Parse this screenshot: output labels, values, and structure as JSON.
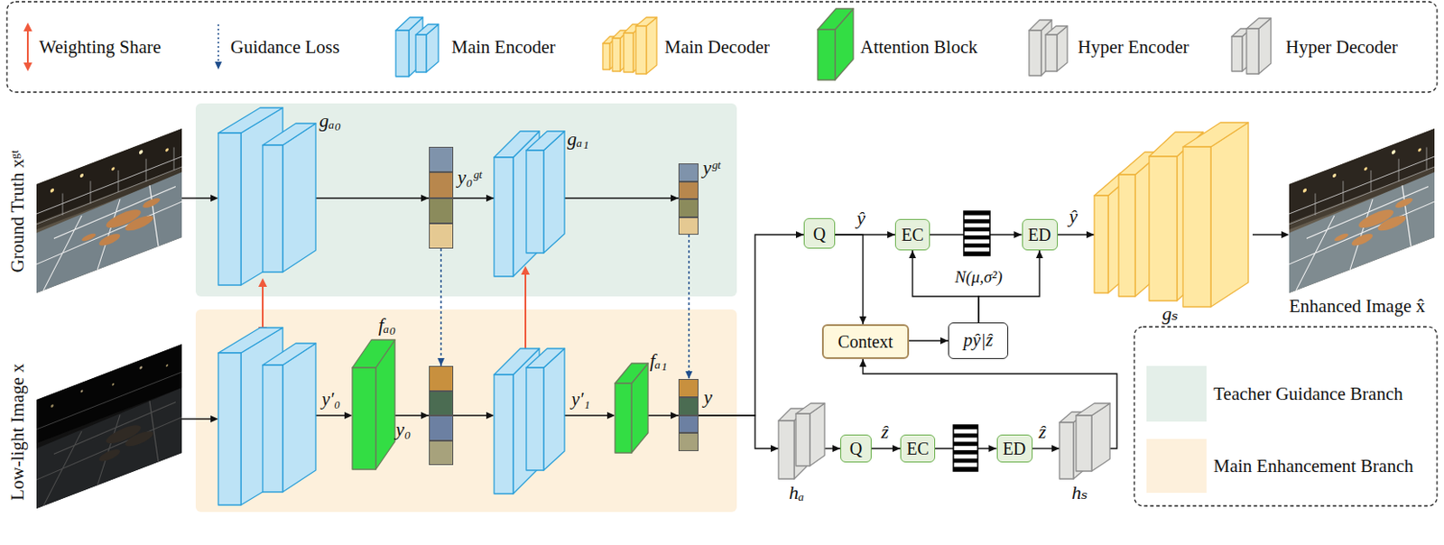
{
  "diagram": {
    "nodes": [
      {
        "text": [
          "gₐ₀"
        ]
      },
      {
        "text": [
          "y₀ᵍᵗ"
        ]
      },
      {
        "text": [
          "gₐ₁"
        ]
      },
      {
        "text": [
          "yᵍᵗ"
        ]
      },
      {
        "text": [
          "fₐ₀"
        ]
      },
      {
        "text": [
          "y₀"
        ]
      },
      {
        "text": [
          "fₐ₁"
        ]
      },
      {
        "text": [
          "y"
        ]
      },
      {
        "text": [
          "Q"
        ]
      },
      {
        "text": [
          "EC"
        ]
      },
      {
        "text": [
          "ED"
        ]
      },
      {
        "text": [
          "Context"
        ]
      },
      {
        "text": [
          "pŷ|ẑ"
        ]
      },
      {
        "text": [
          "gₛ"
        ]
      },
      {
        "text": [
          "hₐ"
        ]
      },
      {
        "text": [
          "Q"
        ]
      },
      {
        "text": [
          "EC"
        ]
      },
      {
        "text": [
          "ED"
        ]
      },
      {
        "text": [
          "hₛ"
        ]
      }
    ],
    "edges": [
      {
        "from": 0,
        "to": 1,
        "arrow": "to"
      },
      {
        "from": 1,
        "to": 2,
        "arrow": "to"
      },
      {
        "from": 2,
        "to": 3,
        "arrow": "to"
      },
      {
        "from": 1,
        "to": 5,
        "arrow": "to"
      },
      {
        "from": 3,
        "to": 7,
        "arrow": "to"
      },
      {
        "from": 4,
        "to": 5,
        "arrow": "to"
      },
      {
        "from": 6,
        "to": 7,
        "arrow": "to"
      },
      {
        "from": 7,
        "to": 8,
        "arrow": "to"
      },
      {
        "from": 7,
        "to": 14,
        "arrow": "to"
      },
      {
        "from": 8,
        "to": 9,
        "label": "ŷ",
        "arrow": "to"
      },
      {
        "from": 8,
        "to": 11,
        "arrow": "to"
      },
      {
        "from": 9,
        "to": 10,
        "arrow": "to"
      },
      {
        "from": 10,
        "to": 13,
        "label": "ŷ",
        "arrow": "to"
      },
      {
        "from": 11,
        "to": 12,
        "arrow": "to"
      },
      {
        "from": 12,
        "to": 9,
        "arrow": "to"
      },
      {
        "from": 12,
        "to": 10,
        "arrow": "to"
      },
      {
        "from": 14,
        "to": 15,
        "arrow": "to"
      },
      {
        "from": 15,
        "to": 16,
        "label": "ẑ",
        "arrow": "to"
      },
      {
        "from": 16,
        "to": 17,
        "arrow": "to"
      },
      {
        "from": 17,
        "to": 18,
        "label": "ẑ",
        "arrow": "to"
      },
      {
        "from": 18,
        "to": 11,
        "arrow": "to"
      }
    ],
    "labels": [
      "Ground Truth xᵍᵗ",
      "Low-light Image x",
      "y′₀",
      "y′₁",
      "N(μ,σ²)",
      "Enhanced Image x̂"
    ],
    "legend": [
      {
        "text": "Weighting Share"
      },
      {
        "text": "Guidance Loss"
      },
      {
        "text": "Main Encoder",
        "color": "#bde3f6"
      },
      {
        "text": "Main Decoder",
        "color": "#ffe8a3"
      },
      {
        "text": "Attention Block",
        "color": "#33dd44"
      },
      {
        "text": "Hyper Encoder",
        "color": "#e2e2df"
      },
      {
        "text": "Hyper Decoder",
        "color": "#e2e2df"
      },
      {
        "text": "Teacher Guidance Branch",
        "color": "#e4efe9"
      },
      {
        "text": "Main Enhancement Branch",
        "color": "#fdf0dc"
      }
    ]
  }
}
